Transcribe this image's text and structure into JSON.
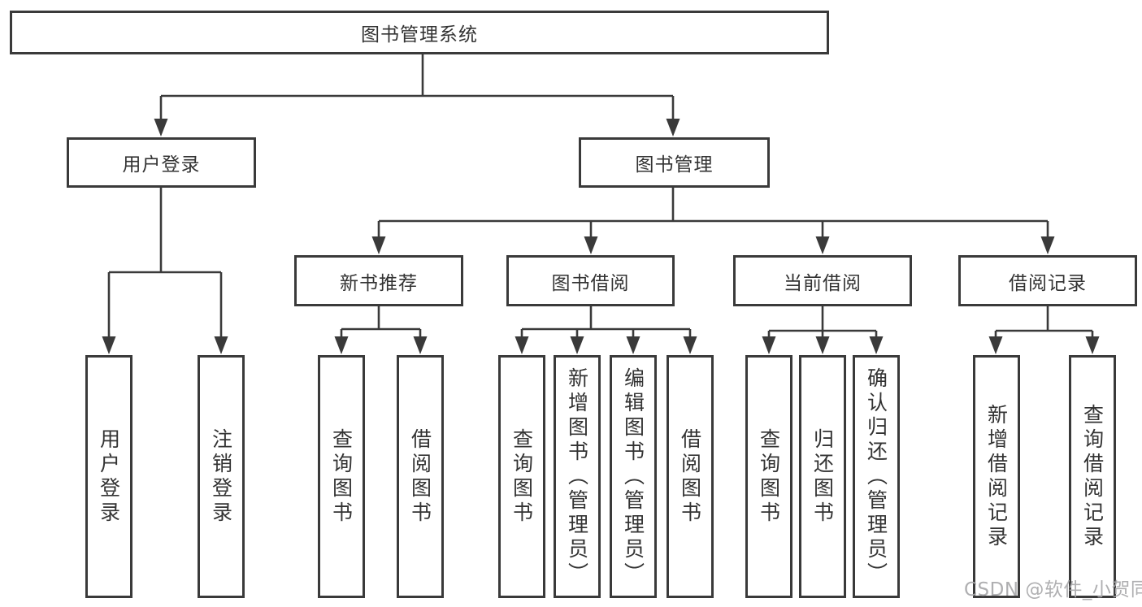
{
  "diagram": {
    "root": {
      "label": "图书管理系统"
    },
    "level2": [
      {
        "label": "用户登录"
      },
      {
        "label": "图书管理"
      }
    ],
    "level3": [
      {
        "label": "新书推荐"
      },
      {
        "label": "图书借阅"
      },
      {
        "label": "当前借阅"
      },
      {
        "label": "借阅记录"
      }
    ],
    "leaves": [
      {
        "label": "用户登录"
      },
      {
        "label": "注销登录"
      },
      {
        "label": "查询图书"
      },
      {
        "label": "借阅图书"
      },
      {
        "label": "查询图书"
      },
      {
        "label": "新增图书（管理员）"
      },
      {
        "label": "编辑图书（管理员）"
      },
      {
        "label": "借阅图书"
      },
      {
        "label": "查询图书"
      },
      {
        "label": "归还图书"
      },
      {
        "label": "确认归还（管理员）"
      },
      {
        "label": "新增借阅记录"
      },
      {
        "label": "查询借阅记录"
      }
    ],
    "watermark": "CSDN @软件_小贺同学",
    "colors": {
      "line": "#3a3a3a",
      "text": "#333333",
      "background": "#ffffff",
      "watermark": "#a8a8aa"
    }
  }
}
